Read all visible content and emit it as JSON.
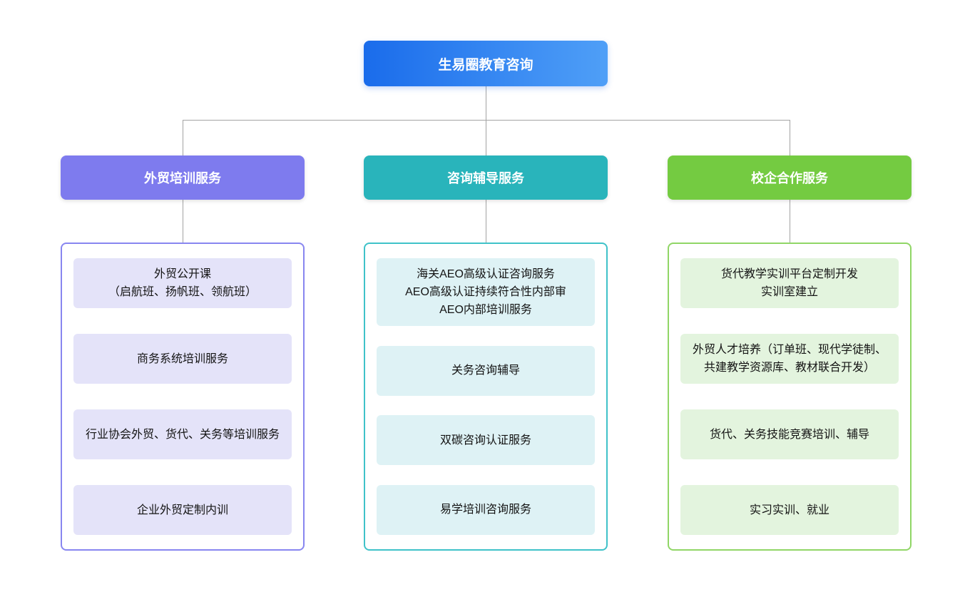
{
  "root": {
    "label": "生易圈教育咨询",
    "gradient_start": "#1a6ceb",
    "gradient_end": "#4f9ff7"
  },
  "branches": [
    {
      "header": {
        "label": "外贸培训服务",
        "color": "#7e7bee"
      },
      "panel": {
        "border_color": "#8886f0",
        "item_bg": "#e4e3f9"
      },
      "items": [
        "外贸公开课\n（启航班、扬帆班、领航班）",
        "商务系统培训服务",
        "行业协会外贸、货代、关务等培训服务",
        "企业外贸定制内训"
      ]
    },
    {
      "header": {
        "label": "咨询辅导服务",
        "color": "#29b4bb"
      },
      "panel": {
        "border_color": "#3fc2c9",
        "item_bg": "#def2f5"
      },
      "items": [
        "海关AEO高级认证咨询服务\nAEO高级认证持续符合性内部审\nAEO内部培训服务",
        "关务咨询辅导",
        "双碳咨询认证服务",
        "易学培训咨询服务"
      ]
    },
    {
      "header": {
        "label": "校企合作服务",
        "color": "#74cb41"
      },
      "panel": {
        "border_color": "#90d666",
        "item_bg": "#e3f4de"
      },
      "items": [
        "货代教学实训平台定制开发\n实训室建立",
        "外贸人才培养（订单班、现代学徒制、共建教学资源库、教材联合开发）",
        "货代、关务技能竞赛培训、辅导",
        "实习实训、就业"
      ]
    }
  ]
}
